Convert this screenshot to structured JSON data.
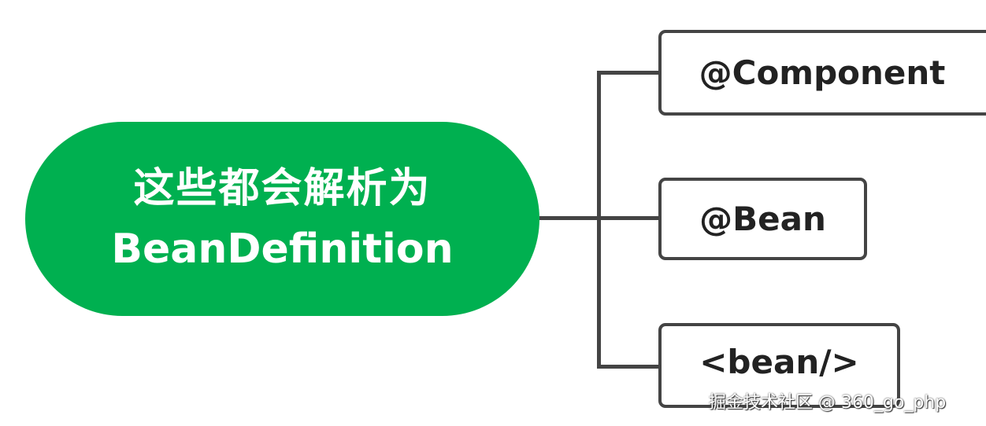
{
  "root": {
    "line1": "这些都会解析为",
    "line2": "BeanDefinition",
    "color": "#00b050"
  },
  "children": [
    {
      "label": "@Component"
    },
    {
      "label": "@Bean"
    },
    {
      "label": "<bean/>"
    }
  ],
  "watermark": "掘金技术社区 @ 360_go_php"
}
